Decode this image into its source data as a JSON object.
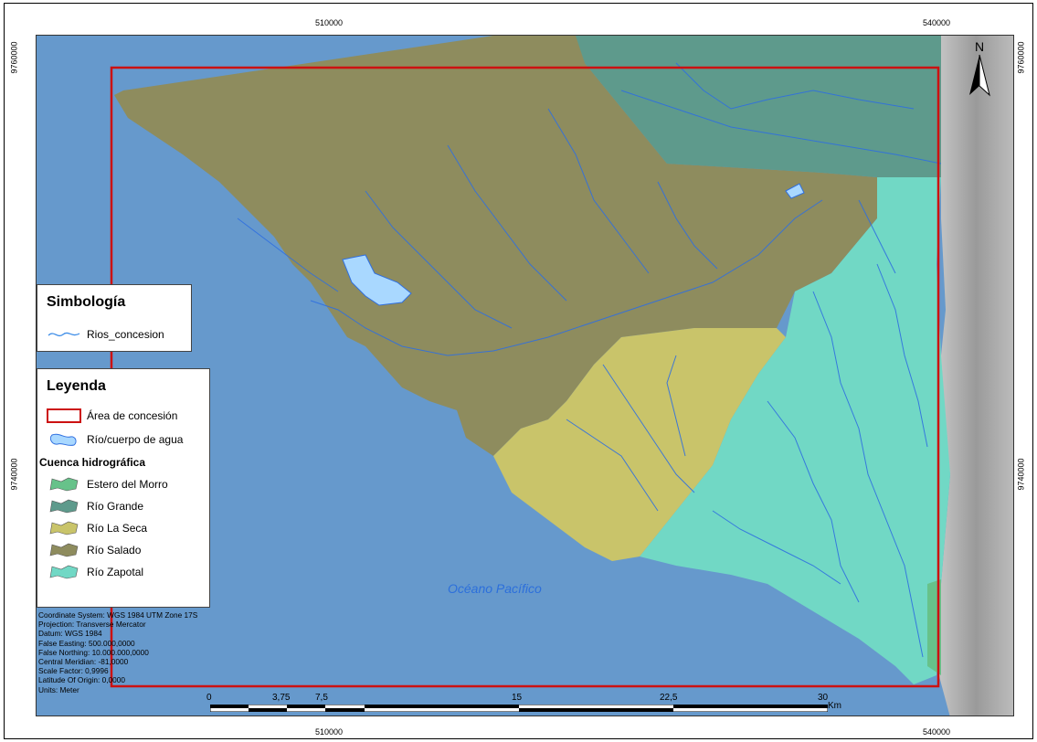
{
  "graticule": {
    "top_x_label_1": "510000",
    "top_x_label_2": "540000",
    "bottom_x_label_1": "510000",
    "bottom_x_label_2": "540000",
    "left_y_label_top": "9760000",
    "left_y_label_mid": "9740000",
    "right_y_label_top": "9760000",
    "right_y_label_mid": "9740000"
  },
  "north_arrow": {
    "letter": "N",
    "icon": "north-arrow-icon"
  },
  "symbology": {
    "title": "Simbología",
    "items": [
      {
        "label": "Rios_concesion",
        "color": "#3f8ee8"
      }
    ]
  },
  "legend": {
    "title": "Leyenda",
    "concession_label": "Área de concesión",
    "water_label": "Río/cuerpo de agua",
    "basin_heading": "Cuenca hidrográfica",
    "basins": [
      {
        "label": "Estero del Morro",
        "color": "#67c28a"
      },
      {
        "label": "Río Grande",
        "color": "#5e9a8c"
      },
      {
        "label": "Río La Seca",
        "color": "#c9c46a"
      },
      {
        "label": "Río Salado",
        "color": "#8e8c5e"
      },
      {
        "label": "Río Zapotal",
        "color": "#71d8c5"
      }
    ]
  },
  "ocean_label": "Océano Pacífico",
  "projection_notes": [
    "Coordinate System: WGS 1984 UTM Zone 17S",
    "Projection: Transverse Mercator",
    "Datum: WGS 1984",
    "False Easting: 500.000,0000",
    "False Northing: 10.000.000,0000",
    "Central Meridian: -81,0000",
    "Scale Factor: 0,9996",
    "Latitude Of Origin: 0,0000",
    "Units: Meter"
  ],
  "scale_bar": {
    "ticks": [
      "0",
      "3,75",
      "7,5",
      "15",
      "22,5",
      "30"
    ],
    "unit": "Km"
  },
  "colors": {
    "ocean": "#6699cc",
    "land_relief": "#b4b4b4",
    "concession_border": "#cc1111",
    "river": "#2f6fe0",
    "water_body": "#a9d8ff"
  }
}
